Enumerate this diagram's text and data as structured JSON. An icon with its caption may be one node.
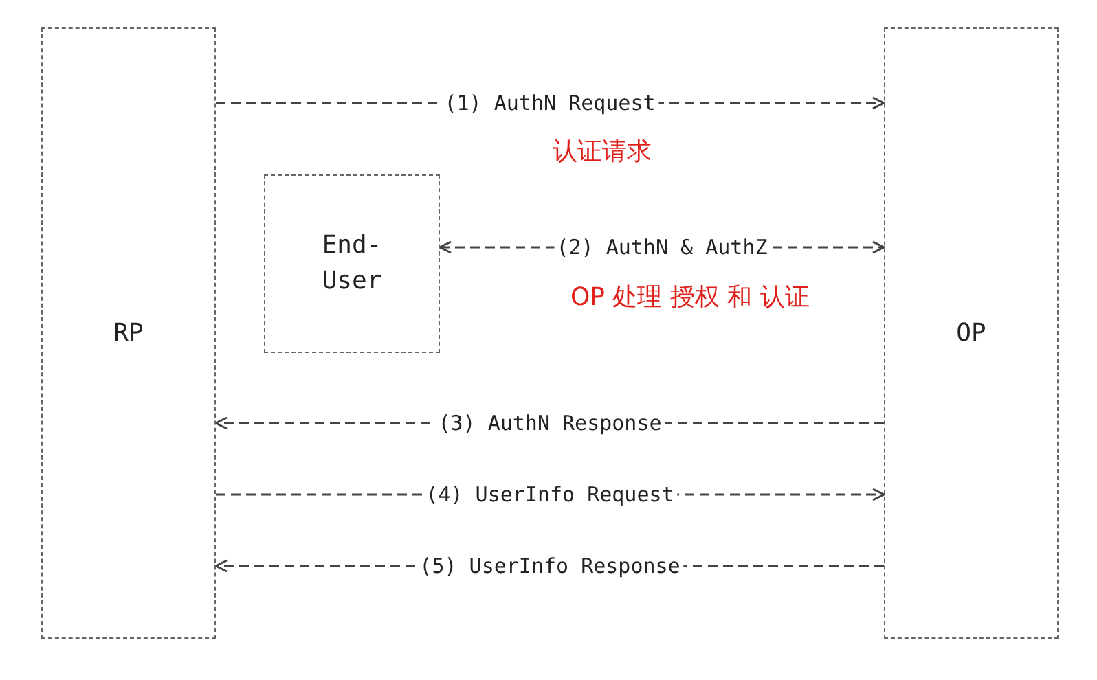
{
  "diagram": {
    "nodes": [
      {
        "text": [
          "RP"
        ]
      },
      {
        "text": [
          "End- User"
        ]
      },
      {
        "text": [
          "OP"
        ]
      }
    ],
    "edges": [
      {
        "from": 0,
        "to": 2,
        "arrow": "to",
        "label": "(1) AuthN Request",
        "style": "dashed"
      },
      {
        "from": 1,
        "to": 2,
        "arrow": "both",
        "label": "(2) AuthN & AuthZ",
        "style": "dashed"
      },
      {
        "from": 2,
        "to": 0,
        "arrow": "to",
        "label": "(3) AuthN Response",
        "style": "dashed"
      },
      {
        "from": 0,
        "to": 2,
        "arrow": "to",
        "label": "(4) UserInfo Request",
        "style": "dashed"
      },
      {
        "from": 2,
        "to": 0,
        "arrow": "to",
        "label": "(5) UserInfo Response",
        "style": "dashed"
      }
    ],
    "labels": [
      "认证请求",
      "OP 处理 授权 和 认证"
    ]
  }
}
